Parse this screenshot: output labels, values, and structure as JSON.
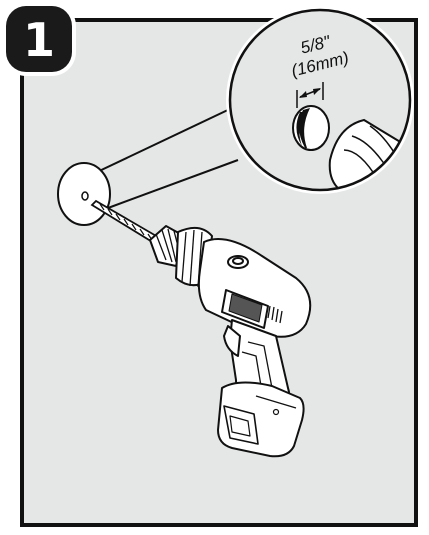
{
  "step": {
    "number": "1"
  },
  "callout": {
    "dimension_primary": "5/8\"",
    "dimension_secondary": "(16mm)"
  },
  "colors": {
    "panel_fill": "#e5e6e6",
    "line": "#111111",
    "badge": "#1a1a1a",
    "drill_body": "#ffffff"
  },
  "icons": [
    "drill-icon",
    "drill-bit-icon",
    "hole-marker-icon",
    "magnifier-callout"
  ]
}
